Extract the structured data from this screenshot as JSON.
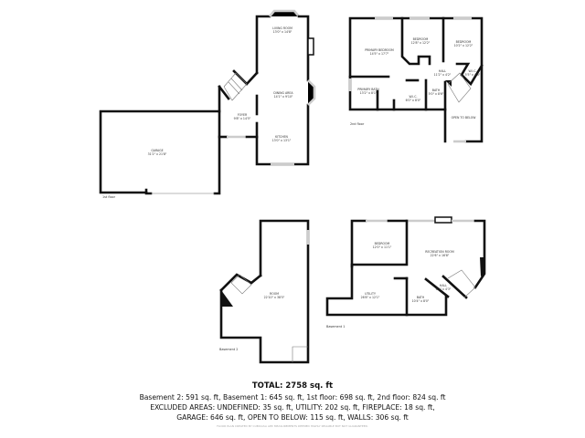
{
  "floors": {
    "first": {
      "label": "1st floor",
      "rooms": [
        {
          "name": "LIVING ROOM",
          "dims": "13'0\" x 14'8\""
        },
        {
          "name": "DINING AREA",
          "dims": "14'1\" x 9'10\""
        },
        {
          "name": "KITCHEN",
          "dims": "13'0\" x 13'1\""
        },
        {
          "name": "FOYER",
          "dims": "9'8\" x 14'5\""
        },
        {
          "name": "GARAGE",
          "dims": "31'2\" x 21'8\""
        }
      ]
    },
    "second": {
      "label": "2nd floor",
      "rooms": [
        {
          "name": "PRIMARY BEDROOM",
          "dims": "14'5\" x 17'7\""
        },
        {
          "name": "BEDROOM",
          "dims": "12'8\" x 12'2\""
        },
        {
          "name": "BEDROOM",
          "dims": "10'2\" x 12'2\""
        },
        {
          "name": "HALL",
          "dims": "11'2\" x 4'2\""
        },
        {
          "name": "W.I.C.",
          "dims": "5'5\" x 4'8\""
        },
        {
          "name": "PRIMARY BATH",
          "dims": "13'2\" x 8'1\""
        },
        {
          "name": "W.I.C.",
          "dims": "6'0\" x 8'0\""
        },
        {
          "name": "BATH",
          "dims": "5'0\" x 8'6\""
        },
        {
          "name": "OPEN TO BELOW",
          "dims": ""
        }
      ]
    },
    "basement2": {
      "label": "Basement 2",
      "rooms": [
        {
          "name": "ROOM",
          "dims": "22'10\" x 38'5\""
        }
      ]
    },
    "basement1": {
      "label": "Basement 1",
      "rooms": [
        {
          "name": "BEDROOM",
          "dims": "12'0\" x 11'1\""
        },
        {
          "name": "RECREATION ROOM",
          "dims": "22'6\" x 16'8\""
        },
        {
          "name": "UTILITY",
          "dims": "26'8\" x 12'1\""
        },
        {
          "name": "BATH",
          "dims": "10'4\" x 8'0\""
        },
        {
          "name": "HALL",
          "dims": "6'1\" x 4'3\""
        }
      ]
    }
  },
  "summary": {
    "total": "TOTAL: 2758 sq. ft",
    "line1": "Basement 2: 591 sq. ft, Basement 1: 645 sq. ft, 1st floor: 698 sq. ft, 2nd floor: 824 sq. ft",
    "line2": "EXCLUDED AREAS: UNDEFINED: 35 sq. ft, UTILITY: 202 sq. ft, FIREPLACE: 18 sq. ft,",
    "line3": "GARAGE: 646 sq. ft, OPEN TO BELOW: 115 sq. ft, WALLS: 306 sq. ft",
    "footer": "FLOOR PLAN CREATED BY CUBICASA APP. MEASUREMENTS DEEMED HIGHLY RELIABLE BUT NOT GUARANTEED."
  }
}
